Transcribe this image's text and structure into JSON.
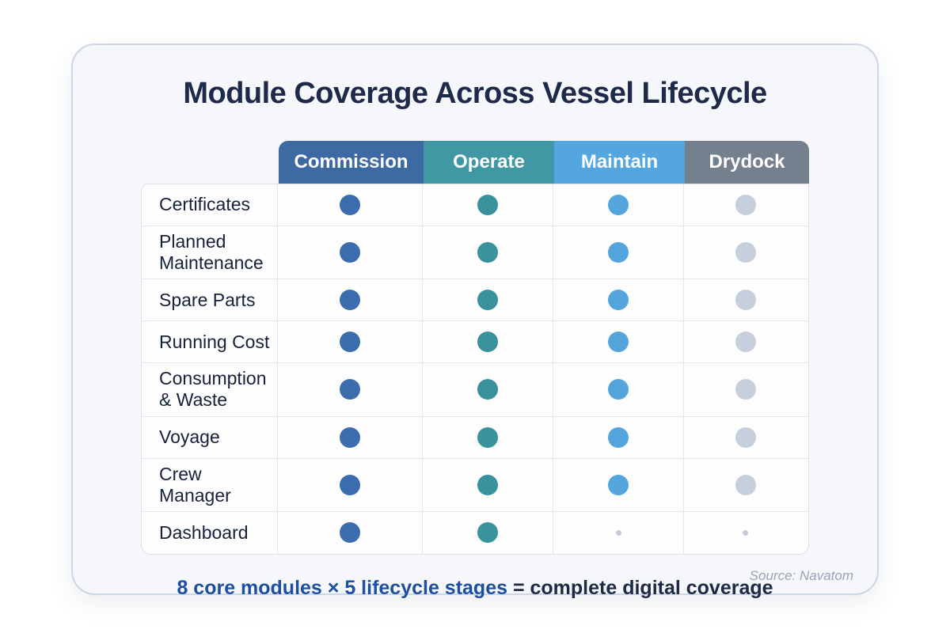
{
  "card": {
    "title": "Module Coverage Across Vessel Lifecycle",
    "footer": {
      "highlight": "8 core modules × 5 lifecycle stages",
      "rest": " = complete digital coverage"
    },
    "source": "Source: Navatom"
  },
  "colors": {
    "card_background": "#f5f7fa",
    "card_border": "#ccd6e4",
    "title_text": "#1f2a4a",
    "grid_border": "#e0e7f1",
    "tiny_dot": "#c6c9d5",
    "caption_highlight": "#1c4fa0",
    "caption_text": "#1d2945"
  },
  "table": {
    "columns": [
      {
        "label": "Commission",
        "header_color": "#3d6aa3",
        "dot_color": "#3b6cad"
      },
      {
        "label": "Operate",
        "header_color": "#3f98a3",
        "dot_color": "#38919d"
      },
      {
        "label": "Maintain",
        "header_color": "#53a6de",
        "dot_color": "#54a5dc"
      },
      {
        "label": "Drydock",
        "header_color": "#75808e",
        "dot_color": "#c6cfdb"
      }
    ],
    "rows": [
      {
        "label": "Certificates",
        "coverage": [
          "full",
          "full",
          "full",
          "full"
        ]
      },
      {
        "label": "Planned Maintenance",
        "coverage": [
          "full",
          "full",
          "full",
          "full"
        ]
      },
      {
        "label": "Spare Parts",
        "coverage": [
          "full",
          "full",
          "full",
          "full"
        ]
      },
      {
        "label": "Running Cost",
        "coverage": [
          "full",
          "full",
          "full",
          "full"
        ]
      },
      {
        "label": "Consumption & Waste",
        "coverage": [
          "full",
          "full",
          "full",
          "full"
        ]
      },
      {
        "label": "Voyage",
        "coverage": [
          "full",
          "full",
          "full",
          "full"
        ]
      },
      {
        "label": "Crew Manager",
        "coverage": [
          "full",
          "full",
          "full",
          "full"
        ]
      },
      {
        "label": "Dashboard",
        "coverage": [
          "full",
          "full",
          "minimal",
          "minimal"
        ]
      }
    ]
  },
  "chart_data": {
    "type": "table",
    "title": "Module Coverage Across Vessel Lifecycle",
    "columns": [
      "Commission",
      "Operate",
      "Maintain",
      "Drydock"
    ],
    "rows": [
      "Certificates",
      "Planned Maintenance",
      "Spare Parts",
      "Running Cost",
      "Consumption & Waste",
      "Voyage",
      "Crew Manager",
      "Dashboard"
    ],
    "values": [
      [
        1,
        1,
        1,
        1
      ],
      [
        1,
        1,
        1,
        1
      ],
      [
        1,
        1,
        1,
        1
      ],
      [
        1,
        1,
        1,
        1
      ],
      [
        1,
        1,
        1,
        1
      ],
      [
        1,
        1,
        1,
        1
      ],
      [
        1,
        1,
        1,
        1
      ],
      [
        1,
        1,
        0,
        0
      ]
    ],
    "value_legend": {
      "1": "full coverage (large dot)",
      "0": "minimal coverage (tiny dot)"
    },
    "annotation": "8 core modules × 5 lifecycle stages = complete digital coverage",
    "source": "Source: Navatom",
    "legend_position": "none",
    "grid": true
  }
}
